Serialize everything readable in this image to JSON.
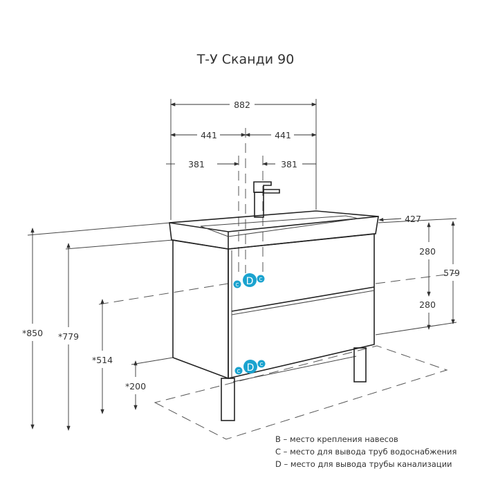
{
  "title": "Т-У Сканди 90",
  "dimensions": {
    "total_width": "882",
    "half_left": "441",
    "half_right": "441",
    "pipe_left": "381",
    "pipe_right": "381",
    "depth": "427",
    "upper_drawer": "280",
    "lower_drawer": "280",
    "body_height": "579",
    "total_height": "*850",
    "top_to_floor": "*779",
    "pipe_height": "*514",
    "leg_height": "*200"
  },
  "markers": {
    "c": "C",
    "d": "D"
  },
  "accent_color": "#1ba3cf",
  "legend": [
    "B – место крепления навесов",
    "C – место для вывода труб водоснабжения",
    "D – место для вывода трубы канализации"
  ]
}
